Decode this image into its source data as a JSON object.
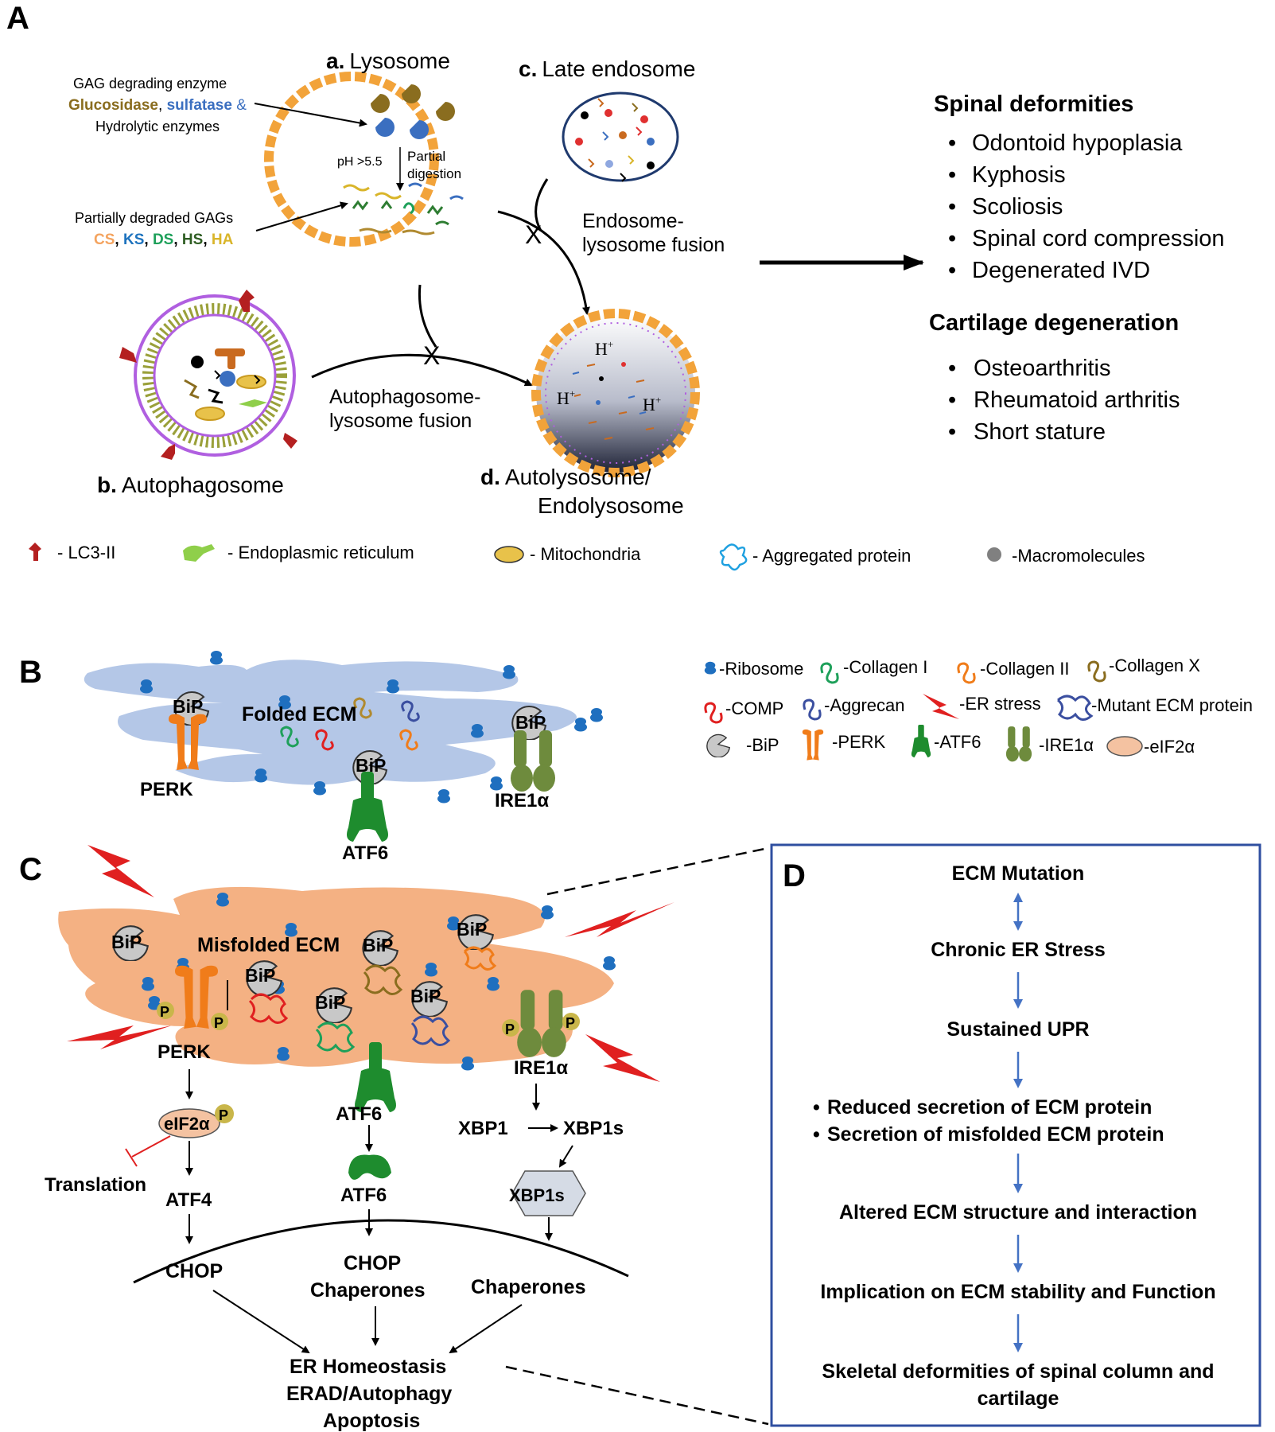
{
  "colors": {
    "er_normal": "#b4c7e7",
    "er_stress": "#f4b183",
    "ribosome": "#1f6fbf",
    "perk": "#f07c1a",
    "atf6": "#1e8c2e",
    "ire1": "#6e8b3d",
    "lysosome_membrane": "#f2a33a",
    "autophagosome_membrane": "#b05fe0",
    "lc3": "#b42020",
    "box_border": "#2f4fa0",
    "arrow_blue": "#4472c4",
    "inhibit_red": "#e02020",
    "cross_red": "#e02020"
  },
  "panels": {
    "A": "A",
    "B": "B",
    "C": "C",
    "D": "D"
  },
  "panel_a": {
    "lysosome": {
      "prefix": "a.",
      "name": "Lysosome"
    },
    "late_endosome": {
      "prefix": "c.",
      "name": "Late endosome"
    },
    "autophagosome": {
      "prefix": "b.",
      "name": "Autophagosome"
    },
    "autolysosome": {
      "prefix": "d.",
      "line1": "Autolysosome/",
      "line2": "Endolysosome"
    },
    "enzyme_label": {
      "line1": "GAG degrading enzyme",
      "glucosidase": "Glucosidase",
      "comma": ", ",
      "sulfatase": "sulfatase",
      "amp": " &",
      "line3": "Hydrolytic enzymes"
    },
    "gag_label": {
      "line1": "Partially degraded GAGs",
      "cs": "CS",
      "ks": "KS",
      "ds": "DS",
      "hs": "HS",
      "ha": "HA",
      "sep": ", "
    },
    "ph": "pH >5.5",
    "partial_digestion": {
      "line1": "Partial",
      "line2": "digestion"
    },
    "endosome_fusion": {
      "line1": "Endosome-",
      "line2": "lysosome fusion"
    },
    "autophagosome_fusion": {
      "line1": "Autophagosome-",
      "line2": "lysosome fusion"
    },
    "proton": "H",
    "proton_sup": "+",
    "cross_mark": "X",
    "spinal": {
      "title": "Spinal deformities",
      "items": [
        "Odontoid hypoplasia",
        "Kyphosis",
        "Scoliosis",
        "Spinal cord compression",
        "Degenerated IVD"
      ]
    },
    "cartilage": {
      "title": "Cartilage degeneration",
      "items": [
        "Osteoarthritis",
        "Rheumatoid arthritis",
        "Short stature"
      ]
    },
    "bullet": "•",
    "legend": [
      {
        "icon": "lc3-icon",
        "text": "- LC3-II"
      },
      {
        "icon": "er-icon",
        "text": "- Endoplasmic reticulum"
      },
      {
        "icon": "mitochondria-icon",
        "text": "- Mitochondria"
      },
      {
        "icon": "aggregated-protein-icon",
        "text": "- Aggregated protein"
      },
      {
        "icon": "macromolecule-icon",
        "text": "-Macromolecules"
      }
    ]
  },
  "panel_b": {
    "folded_ecm": "Folded ECM",
    "bip": "BiP",
    "perk": "PERK",
    "atf6": "ATF6",
    "ire1": "IRE1α",
    "legend": {
      "ribosome": "-Ribosome",
      "collagen1": "-Collagen I",
      "collagen2": "-Collagen II",
      "collagen10": "-Collagen X",
      "comp": "-COMP",
      "aggrecan": "-Aggrecan",
      "er_stress": "-ER stress",
      "mutant_ecm": "-Mutant ECM protein",
      "bip": "-BiP",
      "perk": "-PERK",
      "atf6": "-ATF6",
      "ire1": "-IRE1α",
      "eif2a": "-eIF2α"
    }
  },
  "panel_c": {
    "misfolded_ecm": "Misfolded ECM",
    "bip": "BiP",
    "perk": "PERK",
    "atf6": "ATF6",
    "ire1": "IRE1α",
    "p": "P",
    "eif2a": "eIF2α",
    "translation": "Translation",
    "atf4": "ATF4",
    "chop": "CHOP",
    "atf6_cleaved": "ATF6",
    "chop2": "CHOP",
    "chaperones": "Chaperones",
    "xbp1": "XBP1",
    "xbp1s": "XBP1s",
    "xbp1s_protein": "XBP1s",
    "chaperones2": "Chaperones",
    "outcome": [
      "ER Homeostasis",
      "ERAD/Autophagy",
      "Apoptosis"
    ]
  },
  "panel_d": {
    "steps": [
      "ECM Mutation",
      "Chronic ER Stress",
      "Sustained UPR",
      "Reduced secretion of ECM protein",
      "Secretion of misfolded ECM protein",
      "Altered ECM structure and interaction",
      "Implication on ECM stability and Function",
      "Skeletal deformities of spinal column and",
      "cartilage"
    ],
    "bullet": "•"
  }
}
